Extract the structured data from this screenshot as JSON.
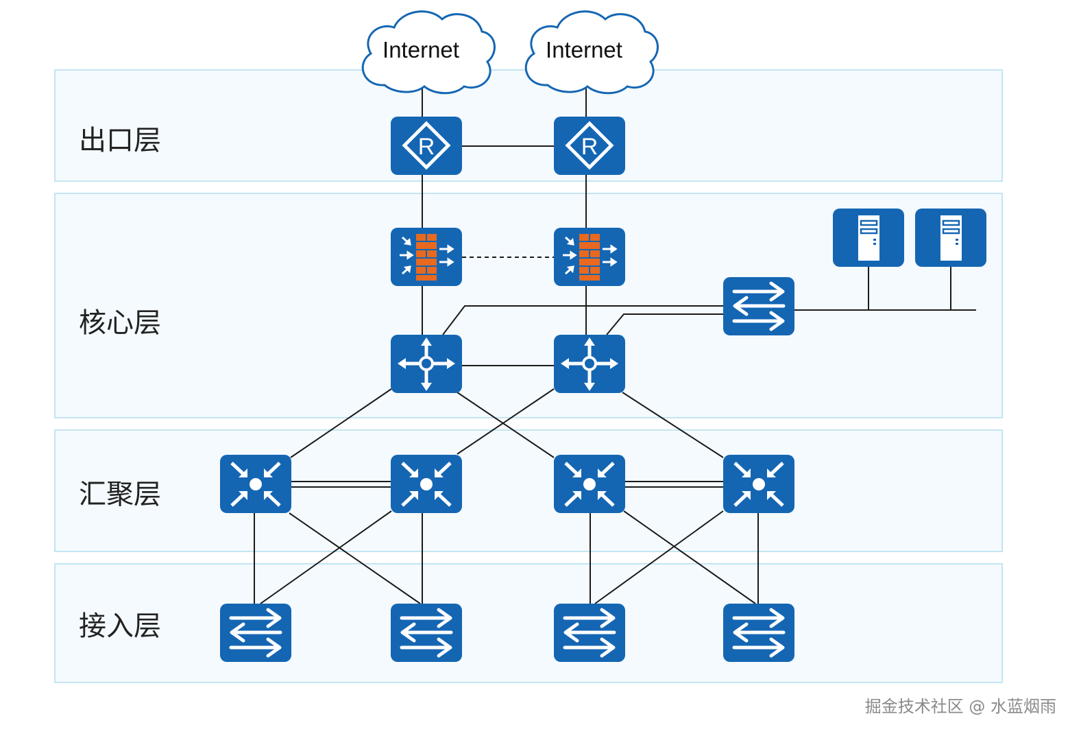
{
  "layers": {
    "egress": "出口层",
    "core": "核心层",
    "aggregation": "汇聚层",
    "access": "接入层"
  },
  "clouds": [
    "Internet",
    "Internet"
  ],
  "router_letter": "R",
  "colors": {
    "device": "#1466b3",
    "band_fill": "#f4fafd",
    "band_border": "#c3e5f3",
    "cloud_border": "#1466b3",
    "firewall_bricks": "#e8691f",
    "link": "#1a1a1a"
  },
  "devices": {
    "routers": [
      "router-1",
      "router-2"
    ],
    "firewalls": [
      "firewall-1",
      "firewall-2"
    ],
    "core_switches": [
      "core-switch-1",
      "core-switch-2"
    ],
    "dmz_switch": "server-switch",
    "servers": [
      "server-1",
      "server-2"
    ],
    "aggregation_switches": [
      "agg-switch-1",
      "agg-switch-2",
      "agg-switch-3",
      "agg-switch-4"
    ],
    "access_switches": [
      "access-switch-1",
      "access-switch-2",
      "access-switch-3",
      "access-switch-4"
    ]
  },
  "watermark": "掘金技术社区 @ 水蓝烟雨"
}
